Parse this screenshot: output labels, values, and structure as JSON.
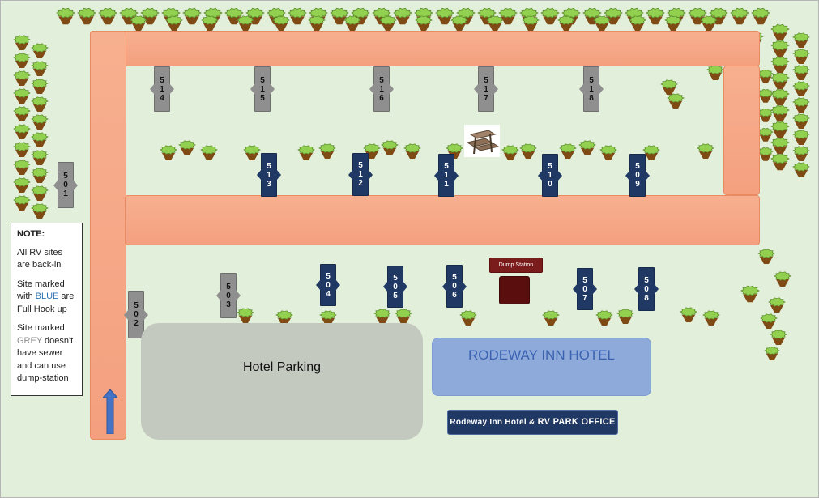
{
  "map": {
    "title": "",
    "colors": {
      "background": "#e2efda",
      "road": "#f4a584",
      "full_hookup_site": "#203864",
      "no_sewer_site": "#8f8f8f",
      "tree_crown": "#92d050",
      "tree_trunk": "#7f4a13",
      "hotel": "#8eaadb",
      "parking": "#c4c9c0",
      "dump_station": "#7b1c1c",
      "entry_arrow": "#4472c4"
    },
    "icons": [
      "tree-icon",
      "picnic-table-icon",
      "entry-arrow-icon"
    ]
  },
  "note": {
    "title": "NOTE:",
    "line1": "All RV sites are back-in",
    "blue_pre": "Site marked with ",
    "blue_word": "BLUE",
    "blue_post": " are Full Hook up",
    "grey_pre": "Site marked ",
    "grey_word": "GREY",
    "grey_post": " doesn't have sewer and can use dump-station"
  },
  "sites": {
    "grey": [
      "501",
      "502",
      "503",
      "514",
      "515",
      "516",
      "517",
      "518"
    ],
    "blue": [
      "504",
      "505",
      "506",
      "507",
      "508",
      "509",
      "510",
      "511",
      "512",
      "513"
    ]
  },
  "labels": {
    "hotel_parking": "Hotel Parking",
    "hotel": "RODEWAY INN HOTEL",
    "office_prefix": "Rodeway Inn Hotel & ",
    "office_caps": "RV PARK OFFICE",
    "dump_station": "Dump Station"
  }
}
